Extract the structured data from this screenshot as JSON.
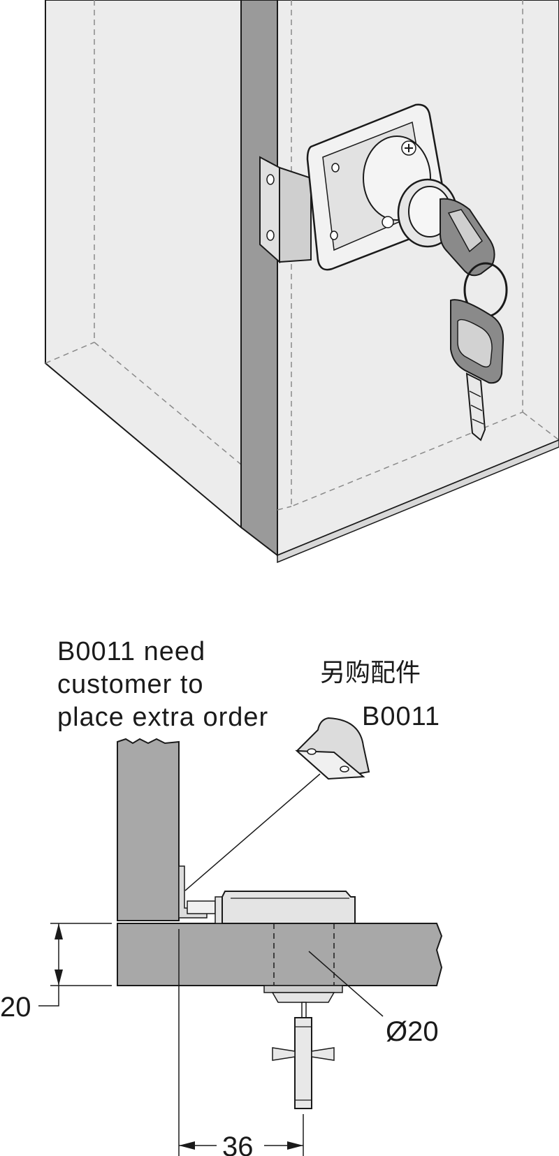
{
  "note": {
    "lines": [
      "B0011 need",
      "customer to",
      "place extra order"
    ]
  },
  "accessory": {
    "cn_label": "另购配件",
    "part_code": "B0011"
  },
  "dimensions": {
    "thickness": "20",
    "hole_diameter": "Ø20",
    "offset": "36"
  },
  "colors": {
    "panel_face": "#ececec",
    "panel_edge": "#9a9a9a",
    "section_fill": "#a8a8a8",
    "lock_body": "#e4e4e4",
    "stroke": "#1a1a1a",
    "dashed": "#8a8a8a"
  }
}
